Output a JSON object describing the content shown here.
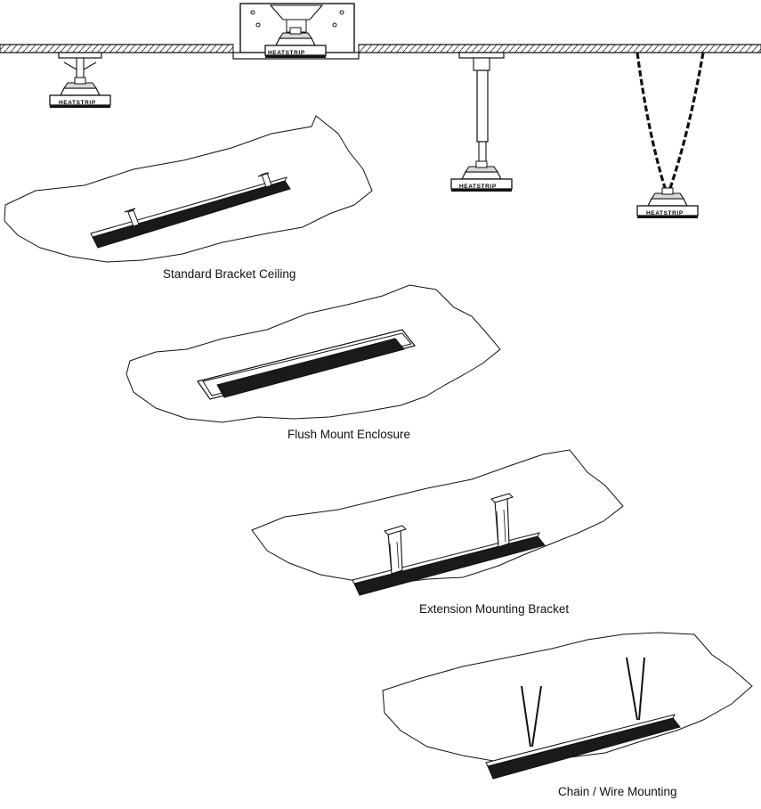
{
  "brand": "HEATSTRIP",
  "captions": {
    "standard": "Standard Bracket Ceiling",
    "flush": "Flush Mount Enclosure",
    "extension": "Extension Mounting Bracket",
    "chain": "Chain / Wire Mounting"
  },
  "colors": {
    "ink": "#111111",
    "panel_face": "#1a1a1a",
    "hatch": "#333333",
    "background": "#ffffff"
  }
}
